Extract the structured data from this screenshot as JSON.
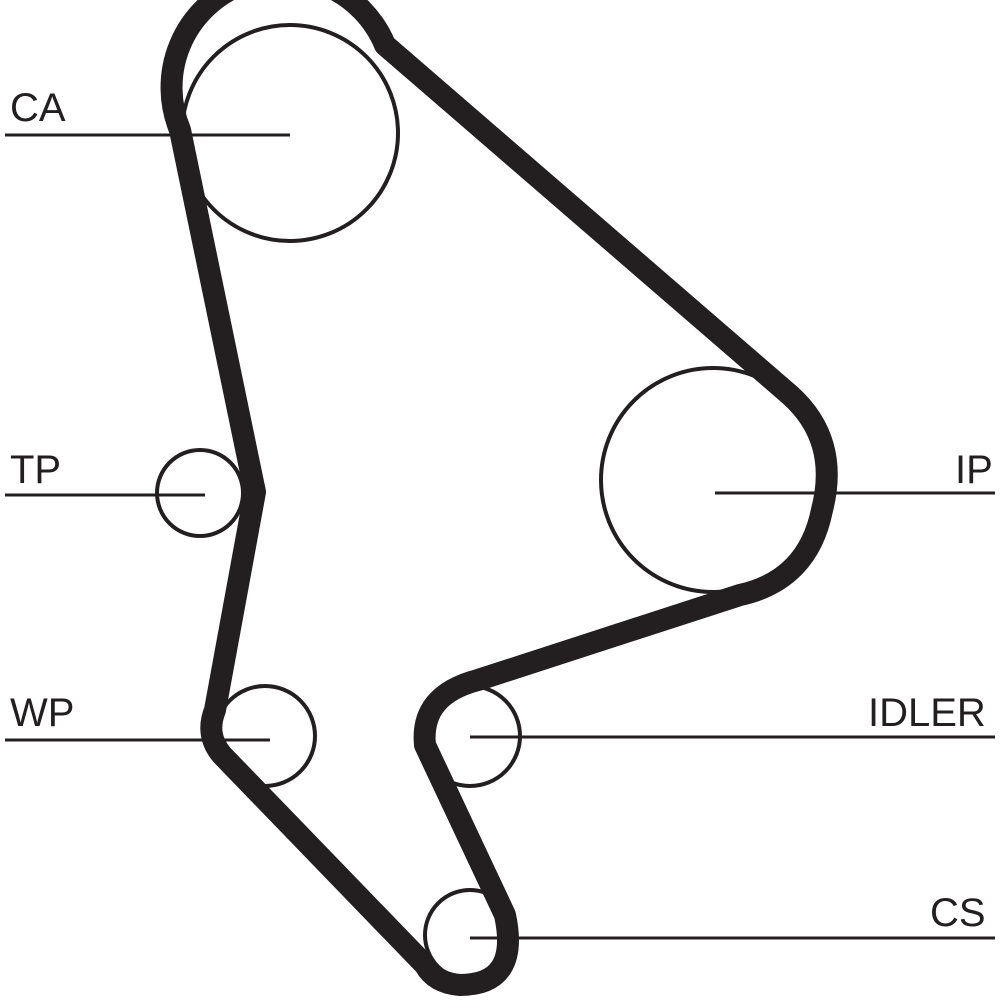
{
  "diagram": {
    "type": "timing-belt-routing",
    "colors": {
      "belt": "#231f20",
      "line": "#231f20",
      "background": "#ffffff"
    },
    "pulleys": [
      {
        "id": "ca",
        "label": "CA"
      },
      {
        "id": "tp",
        "label": "TP"
      },
      {
        "id": "ip",
        "label": "IP"
      },
      {
        "id": "wp",
        "label": "WP"
      },
      {
        "id": "idler",
        "label": "IDLER"
      },
      {
        "id": "cs",
        "label": "CS"
      }
    ]
  }
}
